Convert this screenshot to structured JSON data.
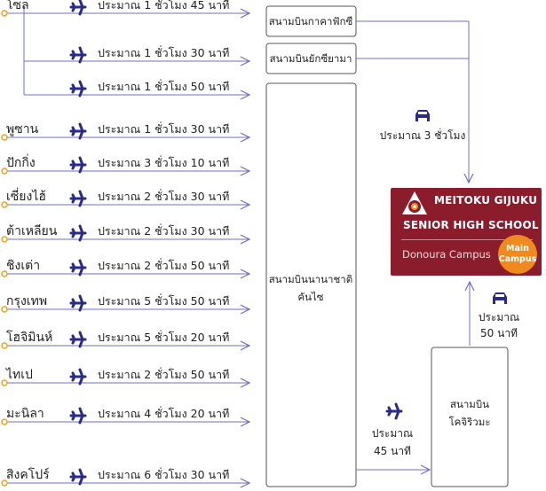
{
  "cities": [
    {
      "name": "โซล",
      "duration": "ประมาณ 1 ชั่วโมง 45 นาที"
    },
    {
      "name": "",
      "duration": "ประมาณ 1 ชั่วโมง 30 นาที"
    },
    {
      "name": "",
      "duration": "ประมาณ 1 ชั่วโมง 50 นาที"
    },
    {
      "name": "พูซาน",
      "duration": "ประมาณ 1 ชั่วโมง 30 นาที"
    },
    {
      "name": "ปักกิ่ง",
      "duration": "ประมาณ 3 ชั่วโมง 10 นาที"
    },
    {
      "name": "เซี่ยงไฮ้",
      "duration": "ประมาณ 2 ชั่วโมง 30 นาที"
    },
    {
      "name": "ต้าเหลียน",
      "duration": "ประมาณ 2 ชั่วโมง 30 นาที"
    },
    {
      "name": "ชิงเต่า",
      "duration": "ประมาณ 2 ชั่วโมง 50 นาที"
    },
    {
      "name": "กรุงเทพ",
      "duration": "ประมาณ 5 ชั่วโมง 50 นาที"
    },
    {
      "name": "โฮจิมินห์",
      "duration": "ประมาณ 5 ชั่วโมง 20 นาที"
    },
    {
      "name": "ไทเป",
      "duration": "ประมาณ 2 ชั่วโมง 50 นาที"
    },
    {
      "name": "มะนิลา",
      "duration": "ประมาณ 4 ชั่วโมง 20 นาที"
    },
    {
      "name": "สิงคโปร์",
      "duration": "ประมาณ 6 ชั่วโมง 30 นาที"
    }
  ],
  "airports": {
    "kitakyushu": "สนามบินกาคาฟักซี",
    "yamaguchi": "สนามบินยักซียามา",
    "kansai_line1": "สนามบินนานาชาติ",
    "kansai_line2": "คันไซ",
    "kochi_line1": "สนามบิน",
    "kochi_line2": "โคจิริวมะ"
  },
  "transfers": {
    "car_from_airports": "ประมาณ 3 ชั่วโมง",
    "plane_kansai_kochi_line1": "ประมาณ",
    "plane_kansai_kochi_line2": "45 นาที",
    "car_kochi_school_line1": "ประมาณ",
    "car_kochi_school_line2": "50 นาที"
  },
  "school": {
    "name_line1": "MEITOKU GIJUKU",
    "name_line2": "SENIOR HIGH SCHOOL",
    "campus": "Donoura Campus",
    "badge_line1": "Main",
    "badge_line2": "Campus"
  },
  "colors": {
    "arrow": "#6f6fc4",
    "plane": "#2a2a8a",
    "dot": "#f0a31b",
    "school_bg": "#8a1c2c",
    "badge": "#f08a1c"
  },
  "icons": {
    "plane": "plane-icon",
    "car": "car-icon"
  }
}
